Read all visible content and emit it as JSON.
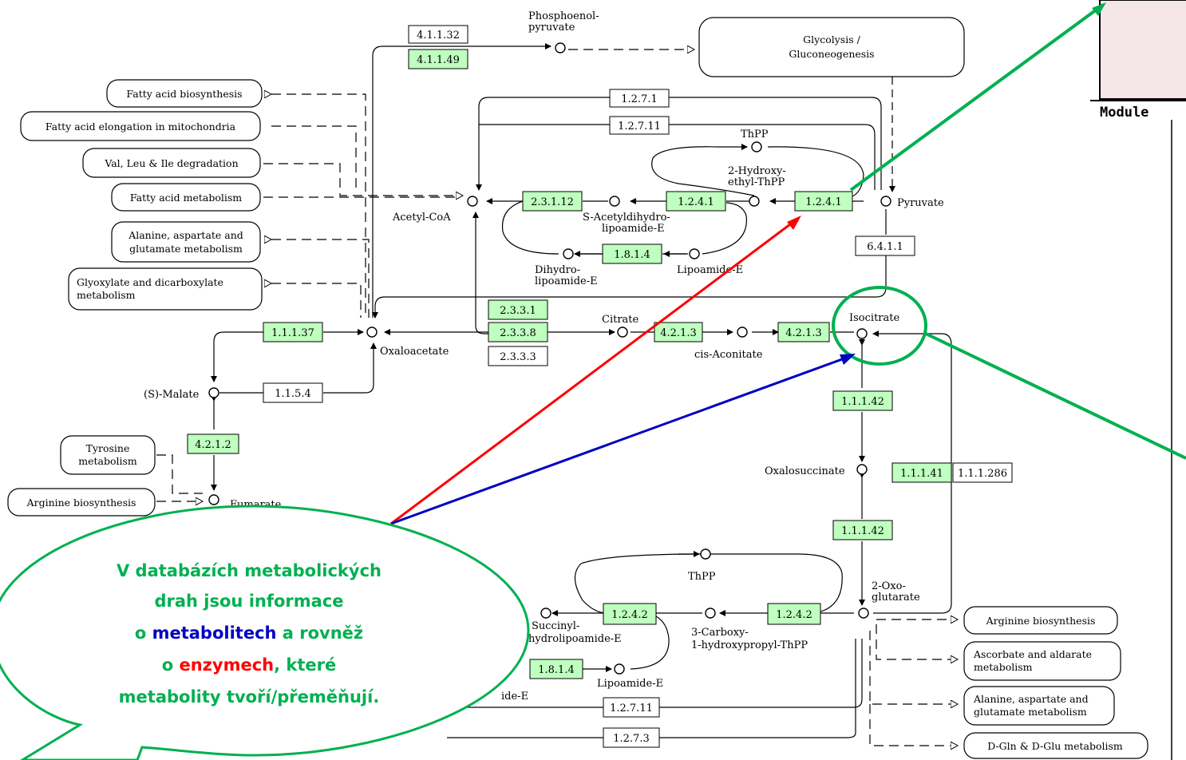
{
  "sidebar_label": "Module",
  "pathways": {
    "glycolysis": [
      "Glycolysis /",
      "Gluconeogenesis"
    ],
    "fatty_acid_biosynthesis": "Fatty acid biosynthesis",
    "fatty_acid_elongation": "Fatty acid elongation in mitochondria",
    "val_leu_ile": "Val, Leu & Ile degradation",
    "fatty_acid_metabolism": "Fatty acid metabolism",
    "ala_asp_glu_left": [
      "Alanine, aspartate and",
      "glutamate metabolism"
    ],
    "glyoxylate": [
      "Glyoxylate and dicarboxylate",
      "metabolism"
    ],
    "tyrosine": [
      "Tyrosine",
      "metabolism"
    ],
    "arginine_left": "Arginine biosynthesis",
    "arginine_right": "Arginine biosynthesis",
    "ascorbate": [
      "Ascorbate and aldarate",
      "metabolism"
    ],
    "ala_asp_glu_right": [
      "Alanine, aspartate and",
      "glutamate metabolism"
    ],
    "dgln": "D-Gln & D-Glu metabolism"
  },
  "metabolites": {
    "pep": [
      "Phosphoenol-",
      "pyruvate"
    ],
    "thpp_top": "ThPP",
    "hydroxyethyl": [
      "2-Hydroxy-",
      "ethyl-ThPP"
    ],
    "pyruvate": "Pyruvate",
    "acetyl_coa": "Acetyl-CoA",
    "s_acetyl": [
      "S-Acetyldihydro-",
      "lipoamide-E"
    ],
    "dihydrolipo": [
      "Dihydro-",
      "lipoamide-E"
    ],
    "lipoamide": "Lipoamide-E",
    "oxaloacetate": "Oxaloacetate",
    "citrate": "Citrate",
    "cis_aconitate": "cis-Aconitate",
    "isocitrate": "Isocitrate",
    "malate": "(S)-Malate",
    "fumarate": "Fumarate",
    "oxalosuccinate": "Oxalosuccinate",
    "thpp_bottom": "ThPP",
    "oxoglutarate": [
      "2-Oxo-",
      "glutarate"
    ],
    "succinyl": [
      "Succinyl-",
      "hydrolipoamide-E"
    ],
    "carboxy": [
      "3-Carboxy-",
      "1-hydroxypropyl-ThPP"
    ],
    "lipoamide_bottom": "Lipoamide-E",
    "ide_e": "ide-E"
  },
  "enzymes": {
    "e4_1_1_32": "4.1.1.32",
    "e4_1_1_49": "4.1.1.49",
    "e1_2_7_1": "1.2.7.1",
    "e1_2_7_11_top": "1.2.7.11",
    "e2_3_1_12": "2.3.1.12",
    "e1_2_4_1_a": "1.2.4.1",
    "e1_2_4_1_b": "1.2.4.1",
    "e1_8_1_4_top": "1.8.1.4",
    "e6_4_1_1": "6.4.1.1",
    "e2_3_3_1": "2.3.3.1",
    "e2_3_3_8": "2.3.3.8",
    "e2_3_3_3": "2.3.3.3",
    "e1_1_1_37": "1.1.1.37",
    "e4_2_1_3_a": "4.2.1.3",
    "e4_2_1_3_b": "4.2.1.3",
    "e1_1_5_4": "1.1.5.4",
    "e4_2_1_2": "4.2.1.2",
    "e1_1_1_42_a": "1.1.1.42",
    "e1_1_1_41": "1.1.1.41",
    "e1_1_1_286": "1.1.1.286",
    "e1_1_1_42_b": "1.1.1.42",
    "e1_2_4_2_a": "1.2.4.2",
    "e1_2_4_2_b": "1.2.4.2",
    "e1_8_1_4_bottom": "1.8.1.4",
    "e1_2_7_11_bottom": "1.2.7.11",
    "e1_2_7_3": "1.2.7.3"
  },
  "bubble": {
    "line1": "V databázích metabolických",
    "line2": "drah jsou informace",
    "line3_pre": "o ",
    "line3_blue": "metabolitech",
    "line3_post": " a rovněž",
    "line4_pre": "o ",
    "line4_red": "enzymech",
    "line4_post": ", které",
    "line5": "metabolity tvoří/přeměňují."
  },
  "colors": {
    "enzyme_found": "#bfffbf",
    "green": "#00b050",
    "red": "#ff0000",
    "blue": "#0000c0",
    "panel": "#f5e6ea"
  }
}
